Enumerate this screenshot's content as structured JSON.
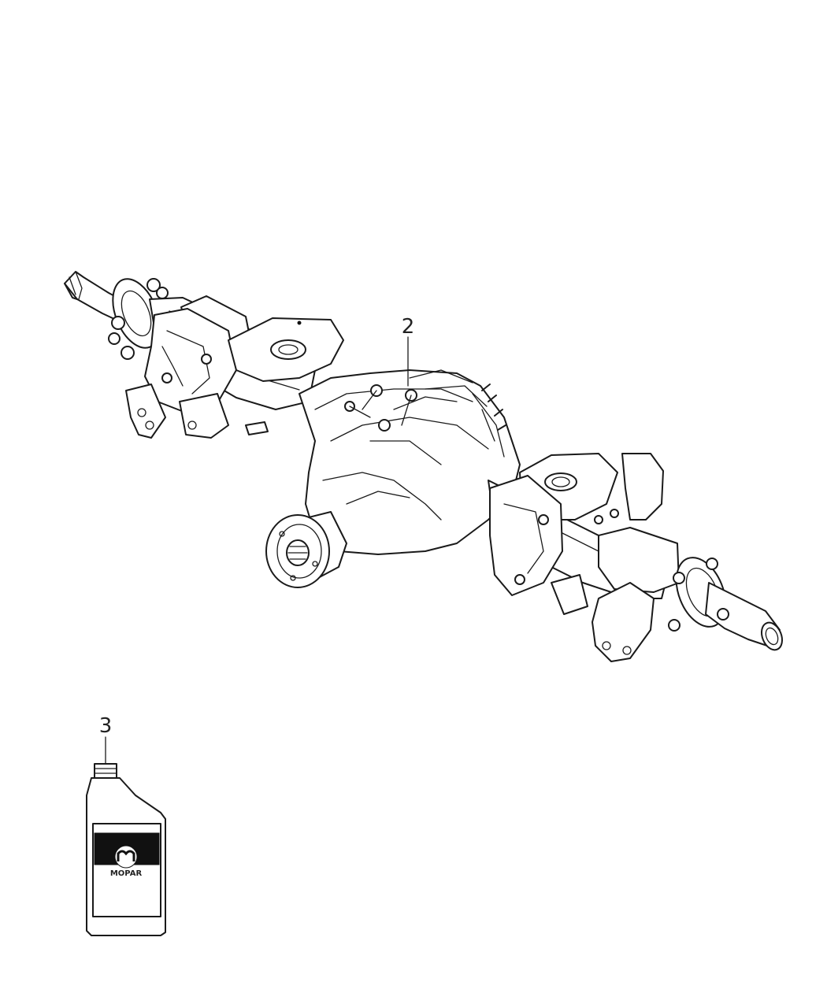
{
  "callouts": [
    {
      "id": "2",
      "label": "2",
      "part": "rear-axle-assembly"
    },
    {
      "id": "3",
      "label": "3",
      "part": "gear-oil-bottle"
    }
  ],
  "bottle": {
    "brand": "MOPAR"
  },
  "colors": {
    "line": "#1a1a1a",
    "background": "#ffffff",
    "label_dark": "#111111"
  }
}
